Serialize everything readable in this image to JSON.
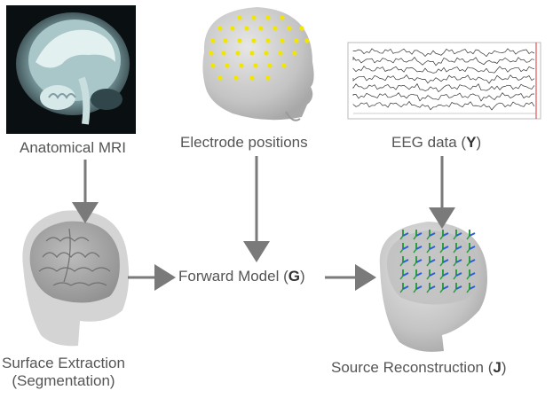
{
  "labels": {
    "anatomical_mri": "Anatomical MRI",
    "electrode_positions": "Electrode positions",
    "eeg_prefix": "EEG data (",
    "eeg_symbol": "Y",
    "eeg_suffix": ")",
    "forward_prefix": "Forward Model (",
    "forward_symbol": "G",
    "forward_suffix": ")",
    "surface_line1": "Surface Extraction",
    "surface_line2": "(Segmentation)",
    "source_prefix": "Source Reconstruction (",
    "source_symbol": "J",
    "source_suffix": ")"
  },
  "colors": {
    "arrow": "#7a7a7a",
    "electrode": "#f2e600",
    "head": "#c8c8c8",
    "dipole_green": "#2e9e3e",
    "dipole_blue": "#2a5fd6"
  }
}
